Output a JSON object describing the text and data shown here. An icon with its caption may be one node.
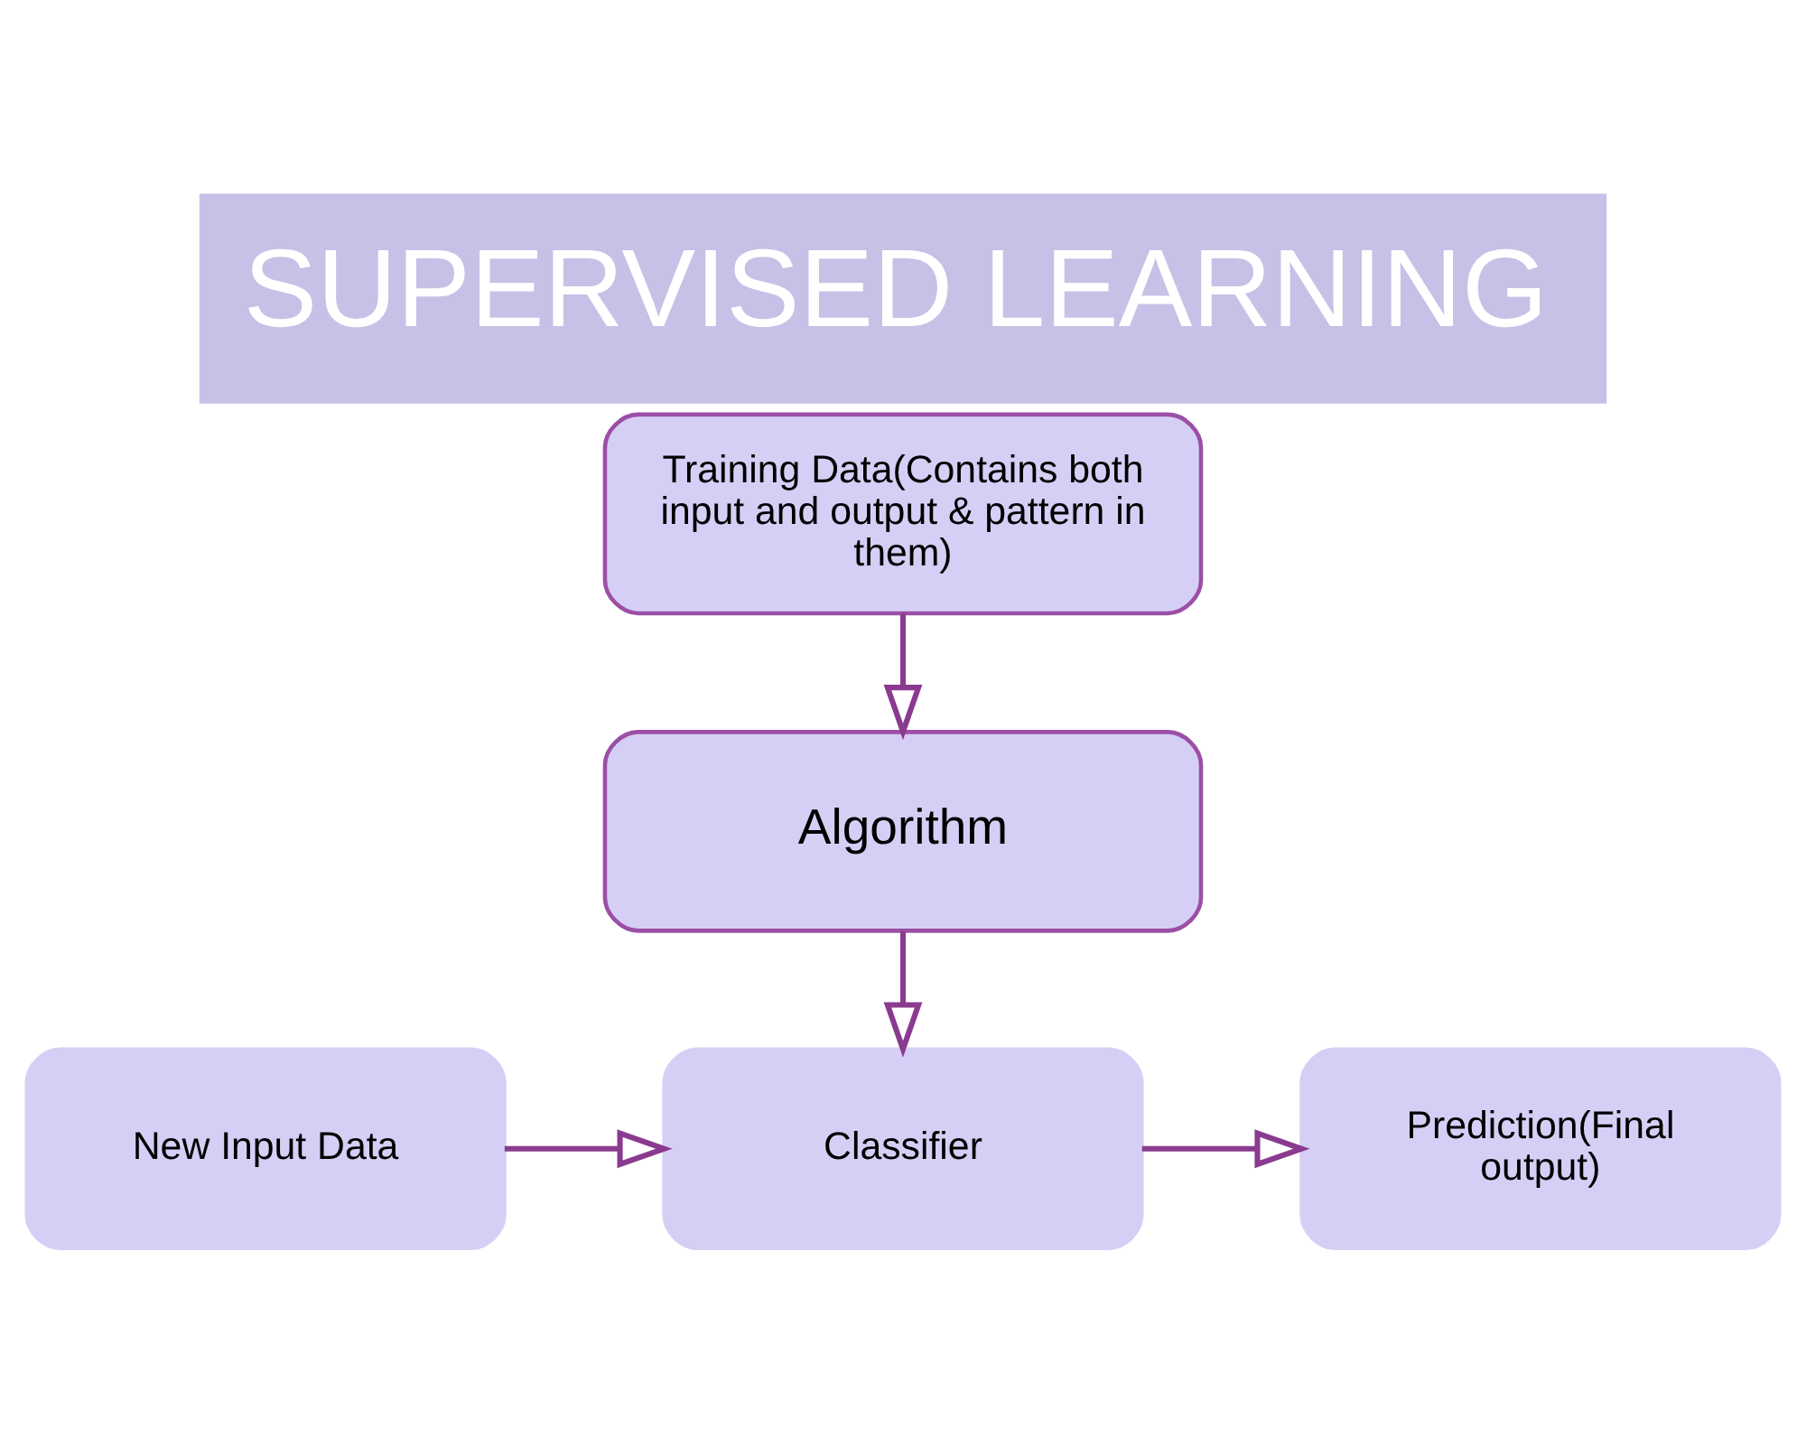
{
  "diagram": {
    "title": "SUPERVISED LEARNING",
    "nodes": [
      {
        "text": [
          "Training Data(Contains both input and output & pattern in them)"
        ]
      },
      {
        "text": [
          "Algorithm"
        ]
      },
      {
        "text": [
          "New Input Data"
        ]
      },
      {
        "text": [
          "Classifier"
        ]
      },
      {
        "text": [
          "Prediction(Final output)"
        ]
      }
    ],
    "edges": [
      {
        "from": 0,
        "to": 1,
        "arrow": "to"
      },
      {
        "from": 1,
        "to": 3,
        "arrow": "to"
      },
      {
        "from": 2,
        "to": 3,
        "arrow": "to"
      },
      {
        "from": 3,
        "to": 4,
        "arrow": "to"
      }
    ]
  }
}
